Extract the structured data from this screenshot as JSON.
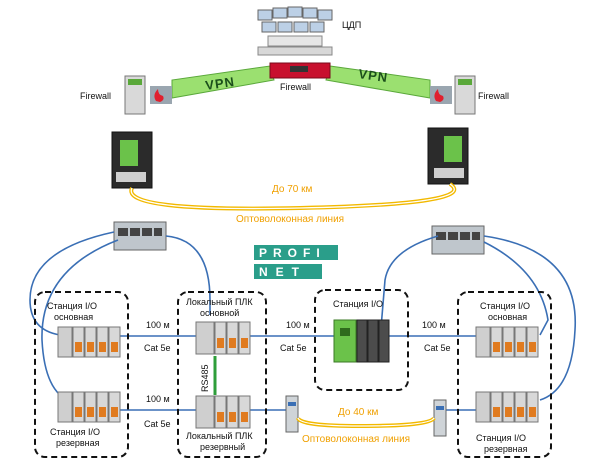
{
  "control_center": {
    "label": "ЦДП"
  },
  "firewalls": {
    "left": "Firewall",
    "center": "Firewall",
    "right": "Firewall"
  },
  "vpn": {
    "left": "VPN",
    "right": "VPN"
  },
  "top_fiber": {
    "distance": "До 70 км",
    "label": "Оптоволоконная линия"
  },
  "bottom_fiber": {
    "distance": "До 40 км",
    "label": "Оптоволоконная линия"
  },
  "profinet": {
    "top": "PROFI",
    "bottom": "NET"
  },
  "boxes": {
    "left_top": "Станция I/O основная",
    "left_bottom": "Станция I/O резервная",
    "plc_top": "Локальный ПЛК основной",
    "plc_bottom": "Локальный ПЛК резервный",
    "center": "Станция I/O",
    "right_top": "Станция I/O основная",
    "right_bottom": "Станция I/O резервная"
  },
  "links": {
    "speed_1": "100 м",
    "cable_1": "Cat 5e",
    "speed_2": "100 м",
    "cable_2": "Cat 5e",
    "speed_3": "100 м",
    "cable_3": "Cat 5e",
    "speed_4": "100 м",
    "cable_4": "Cat 5e",
    "rs485": "RS485"
  },
  "colors": {
    "vpn_band": "#9be070",
    "fiber": "#f2b900",
    "cable": "#3a6fb5",
    "rs485_line": "#2e9e3a",
    "firewall_red": "#c8102e"
  }
}
